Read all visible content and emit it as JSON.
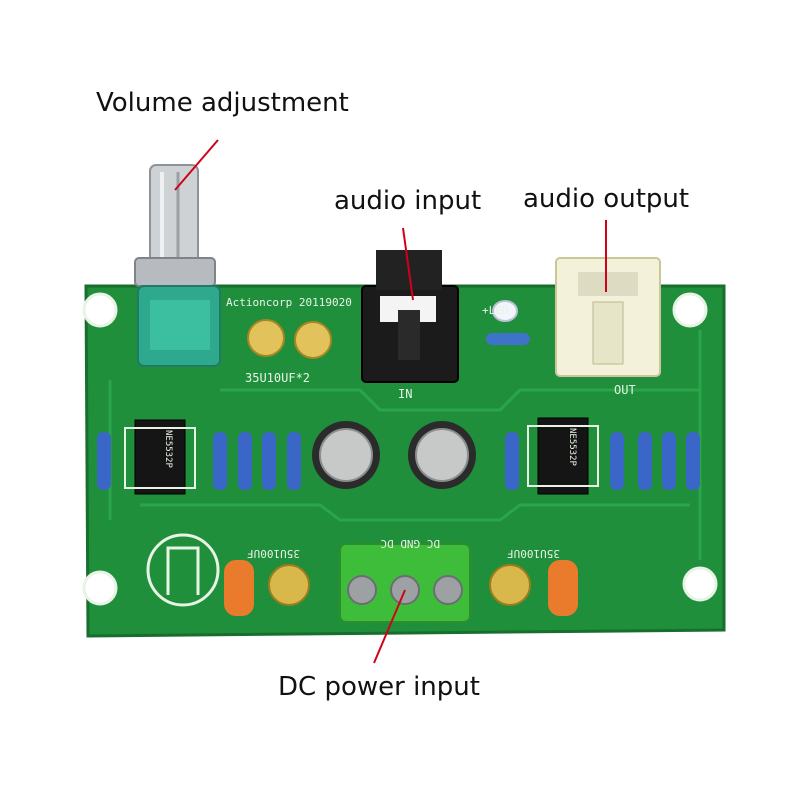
{
  "callouts": {
    "volume": "Volume adjustment",
    "input": "audio input",
    "output": "audio output",
    "power": "DC power input"
  },
  "silkscreen": {
    "in": "IN",
    "out": "OUT",
    "led": "+LED",
    "cap_note": "35U10UF*2",
    "cap_left": "35U100UF",
    "cap_right": "35U100UF",
    "terminal": "DC GND DC",
    "board_id": "Actioncorp 20119020"
  },
  "chip_labels": {
    "left": "NE5532P",
    "right": "NE5532P"
  },
  "colors": {
    "pcb": "#1f8f3b",
    "pcb_dark": "#146b2b",
    "trace": "#2aa54a",
    "knob_base": "#2fa98d",
    "terminal": "#3ebd3a",
    "arrow": "#d0021b"
  }
}
